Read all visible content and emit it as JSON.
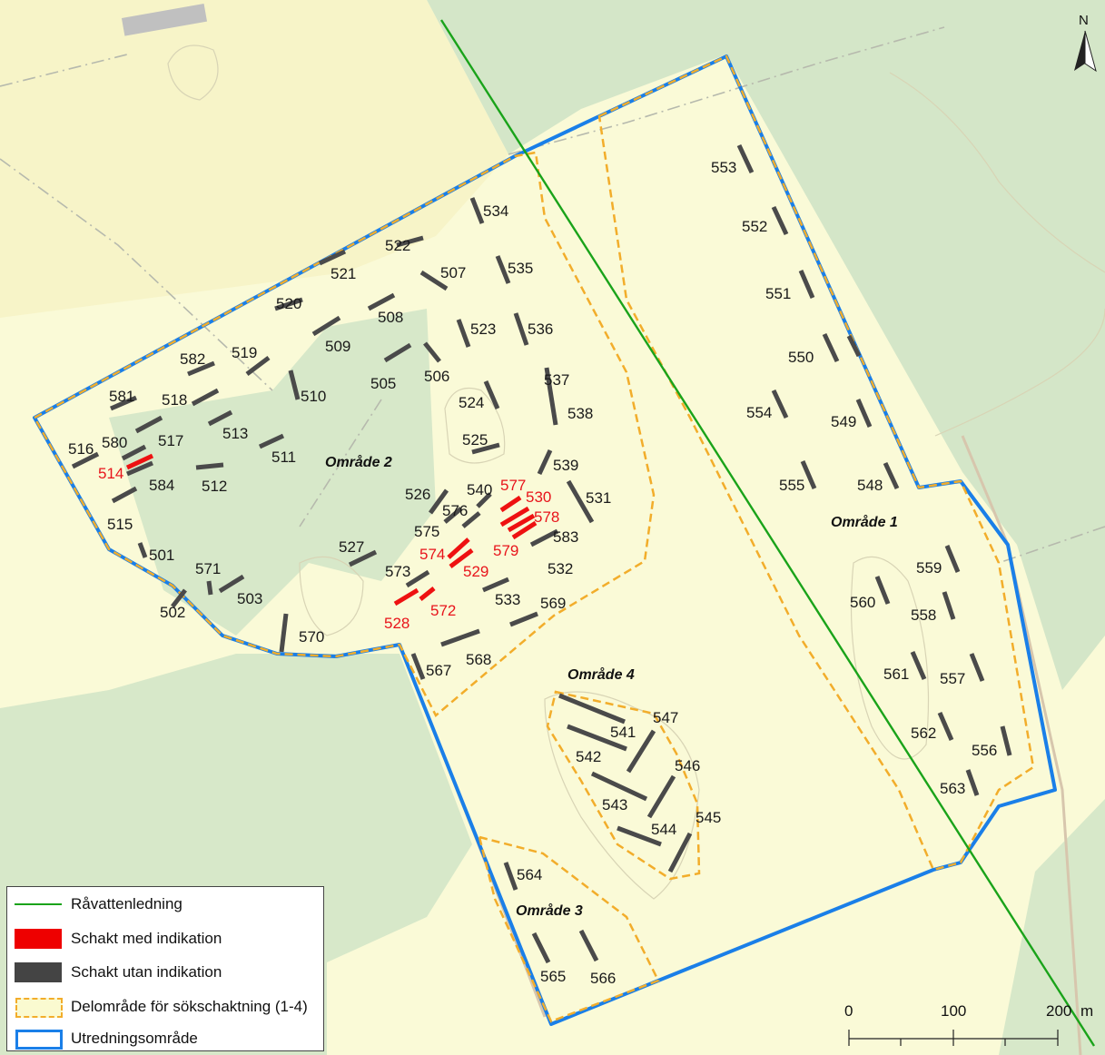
{
  "legend": {
    "items": [
      {
        "label": "Råvattenledning",
        "symbol": "green-line-icon"
      },
      {
        "label": "Schakt med indikation",
        "symbol": "red-rect-icon"
      },
      {
        "label": "Schakt utan indikation",
        "symbol": "dark-rect-icon"
      },
      {
        "label": "Delområde för sökschaktning (1-4)",
        "symbol": "orange-dashed-rect-icon"
      },
      {
        "label": "Utredningsområde",
        "symbol": "blue-rect-icon"
      }
    ]
  },
  "north_arrow": {
    "label": "N"
  },
  "scale_bar": {
    "ticks": [
      "0",
      "100",
      "200"
    ],
    "unit": "m"
  },
  "areas": {
    "omrade1": "Område 1",
    "omrade2": "Område 2",
    "omrade3": "Område 3",
    "omrade4": "Område 4"
  },
  "trenches_red": [
    "514",
    "577",
    "530",
    "578",
    "574",
    "529",
    "579",
    "528",
    "572"
  ],
  "trenches_dark": [
    "501",
    "502",
    "503",
    "505",
    "506",
    "507",
    "508",
    "509",
    "510",
    "511",
    "512",
    "513",
    "515",
    "516",
    "517",
    "518",
    "519",
    "520",
    "521",
    "522",
    "523",
    "524",
    "525",
    "526",
    "527",
    "531",
    "532",
    "533",
    "534",
    "535",
    "536",
    "537",
    "538",
    "539",
    "540",
    "541",
    "542",
    "543",
    "544",
    "545",
    "546",
    "547",
    "548",
    "549",
    "550",
    "551",
    "552",
    "553",
    "554",
    "555",
    "556",
    "557",
    "558",
    "559",
    "560",
    "561",
    "562",
    "563",
    "564",
    "565",
    "566",
    "567",
    "568",
    "569",
    "570",
    "571",
    "573",
    "575",
    "576",
    "580",
    "581",
    "582",
    "583",
    "584"
  ],
  "colors": {
    "investigation_area": "#1a7fe8",
    "sub_area": "#f2ad2b",
    "water_pipe": "#1aa31a",
    "trench_with_indication": "#ee0000",
    "trench_without_indication": "#444444",
    "forest": "#cfe3c6",
    "open_land": "#fafad7"
  }
}
